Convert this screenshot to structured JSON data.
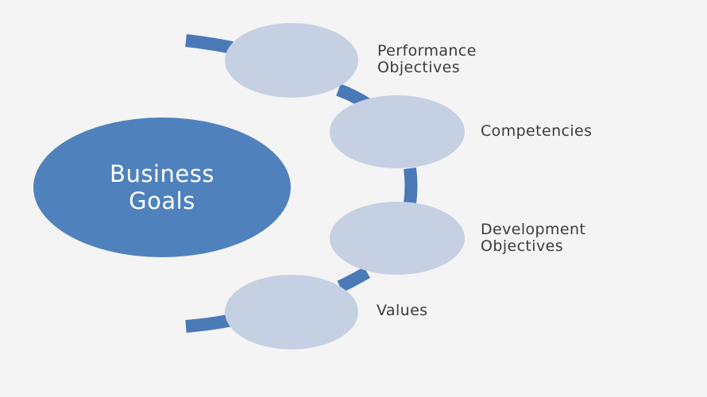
{
  "diagram": {
    "center": {
      "label": "Business\nGoals"
    },
    "items": [
      {
        "label": "Performance\nObjectives"
      },
      {
        "label": "Competencies"
      },
      {
        "label": "Development\nObjectives"
      },
      {
        "label": "Values"
      }
    ]
  },
  "colors": {
    "background": "#f4f4f5",
    "center_fill": "#4f81bd",
    "node_fill": "#c5d0e3",
    "connector": "#4a79b8",
    "label_text": "#3b3b3b",
    "center_text": "#ffffff"
  }
}
